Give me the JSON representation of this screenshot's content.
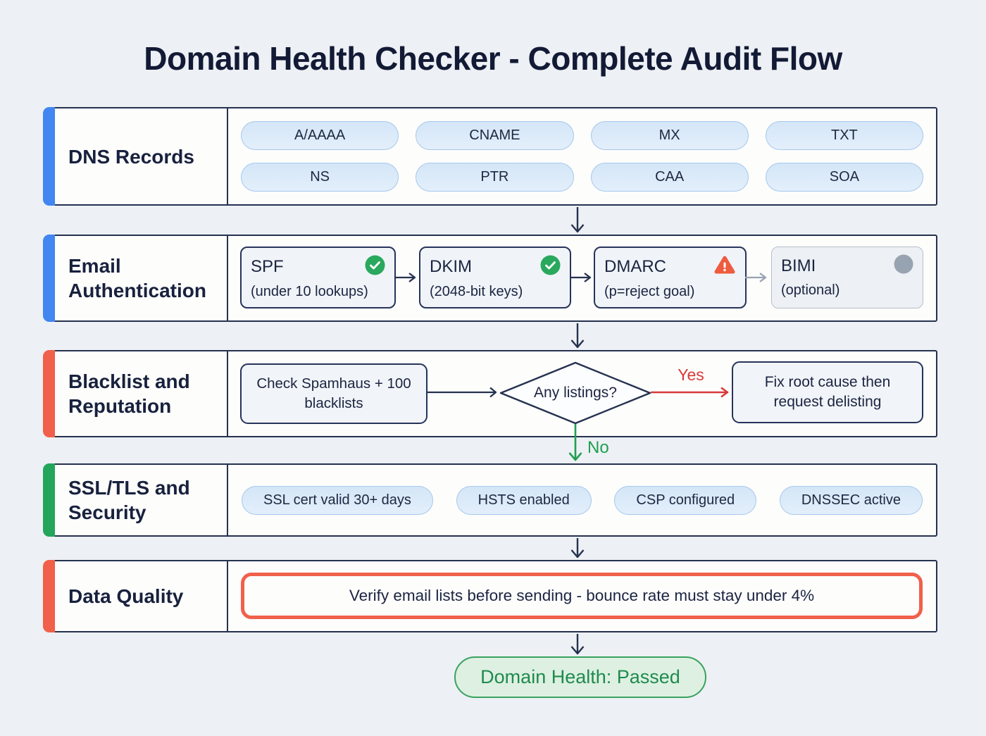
{
  "title": "Domain Health Checker - Complete Audit Flow",
  "flow": {
    "dns": {
      "label": "DNS Records",
      "pills": [
        "A/AAAA",
        "CNAME",
        "MX",
        "TXT",
        "NS",
        "PTR",
        "CAA",
        "SOA"
      ]
    },
    "email_auth": {
      "label": "Email Authentication",
      "steps": [
        {
          "name": "SPF",
          "detail": "(under 10 lookups)",
          "status": "passed",
          "icon": "check-circle"
        },
        {
          "name": "DKIM",
          "detail": "(2048-bit keys)",
          "status": "passed",
          "icon": "check-circle"
        },
        {
          "name": "DMARC",
          "detail": "(p=reject goal)",
          "status": "warning",
          "icon": "warning-triangle"
        },
        {
          "name": "BIMI",
          "detail": "(optional)",
          "status": "optional",
          "icon": "gray-dot"
        }
      ]
    },
    "blacklist": {
      "label": "Blacklist and Reputation",
      "check": "Check Spamhaus + 100 blacklists",
      "decision": "Any listings?",
      "yes": "Yes",
      "no": "No",
      "fix": "Fix root cause then request delisting"
    },
    "ssl": {
      "label": "SSL/TLS and Security",
      "pills": [
        "SSL cert valid 30+ days",
        "HSTS enabled",
        "CSP configured",
        "DNSSEC active"
      ]
    },
    "data_quality": {
      "label": "Data Quality",
      "note": "Verify email lists before sending - bounce rate must stay under 4%"
    },
    "result": "Domain Health: Passed"
  },
  "colors": {
    "accent_blue": "#4186f1",
    "accent_red": "#f0604a",
    "accent_green": "#23a55c",
    "status_pass": "#2aa85e",
    "status_warn": "#ef5b3e",
    "status_neutral": "#98a3b1",
    "yes_red": "#d83a3a",
    "no_green": "#1fa050"
  }
}
